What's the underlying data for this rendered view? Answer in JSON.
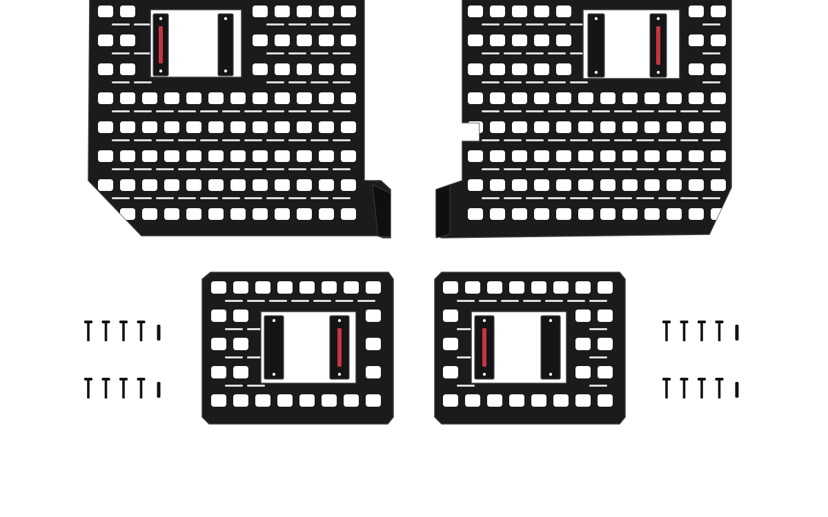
{
  "scene": {
    "background": "#ffffff",
    "panel_color": "#1b1b1d",
    "panel_edge_color": "#3a3a3d",
    "hole_color": "#ffffff",
    "bracket_color": "#151517",
    "bracket_highlight": "#4a4a4e",
    "accent_color": "#c8343f",
    "screw_color": "#121214",
    "items": [
      {
        "name": "large-molle-panel-left",
        "kind": "panel"
      },
      {
        "name": "large-molle-panel-right",
        "kind": "panel"
      },
      {
        "name": "small-molle-panel-left",
        "kind": "panel"
      },
      {
        "name": "small-molle-panel-right",
        "kind": "panel"
      },
      {
        "name": "hardware-left",
        "kind": "screw-set",
        "screws_per_set": 10
      },
      {
        "name": "hardware-right",
        "kind": "screw-set",
        "screws_per_set": 10
      }
    ]
  }
}
